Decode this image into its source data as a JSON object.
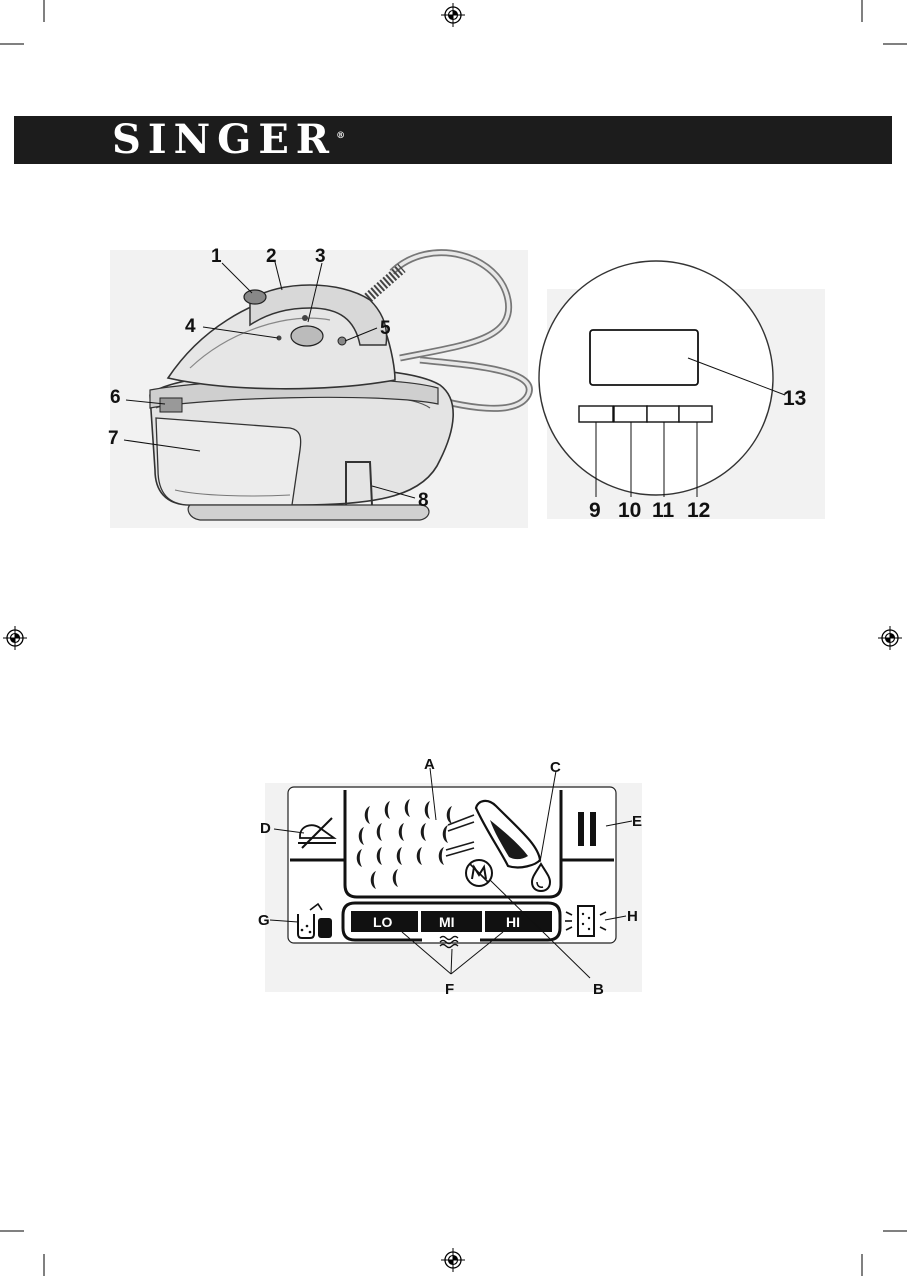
{
  "brand": {
    "name": "SINGER",
    "mark": "®"
  },
  "iron_figure": {
    "callouts": [
      "1",
      "2",
      "3",
      "4",
      "5",
      "6",
      "7",
      "8",
      "9",
      "10",
      "11",
      "12",
      "13"
    ]
  },
  "lcd_figure": {
    "letters": [
      "A",
      "B",
      "C",
      "D",
      "E",
      "F",
      "G",
      "H"
    ],
    "segments": [
      "LO",
      "MI",
      "HI"
    ]
  },
  "registration_marks": [
    "top-center",
    "left-middle",
    "right-middle",
    "bottom-center"
  ]
}
